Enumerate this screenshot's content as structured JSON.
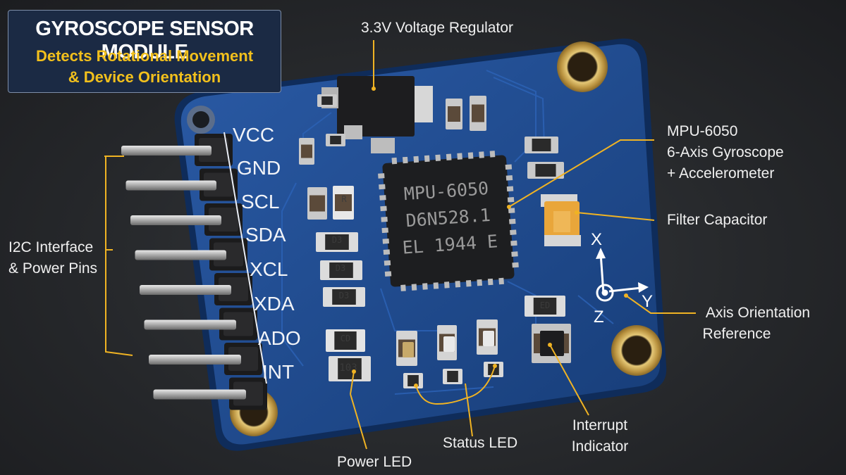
{
  "title_box": {
    "title": "GYROSCOPE SENSOR MODULE",
    "subtitle_line1": "Detects Rotational Movement",
    "subtitle_line2": "& Device Orientation"
  },
  "pins": [
    "VCC",
    "GND",
    "SCL",
    "SDA",
    "XCL",
    "XDA",
    "ADO",
    "INT"
  ],
  "chip": {
    "line1": "MPU-6050",
    "line2": "D6N528.1",
    "line3": "EL 1944 E"
  },
  "resistor_codes": [
    "R",
    "D3",
    "D3",
    "D3",
    "103",
    "CD",
    "ED"
  ],
  "axes": {
    "x": "X",
    "y": "Y",
    "z": "Z"
  },
  "callouts": {
    "regulator": "3.3V Voltage Regulator",
    "mpu_line1": "MPU-6050",
    "mpu_line2": "6-Axis Gyroscope",
    "mpu_line3": "+ Accelerometer",
    "filter": "Filter Capacitor",
    "axis_line1": "Axis Orientation",
    "axis_line2": "Reference",
    "i2c_line1": "I2C Interface",
    "i2c_line2": "& Power Pins",
    "power_led": "Power LED",
    "status_led": "Status LED",
    "interrupt_line1": "Interrupt",
    "interrupt_line2": "Indicator"
  },
  "colors": {
    "pcb": "#1f4a8c",
    "callout_line": "#f0b323",
    "title_accent": "#f2c01c",
    "mounting_hole": "#c9a24a"
  }
}
